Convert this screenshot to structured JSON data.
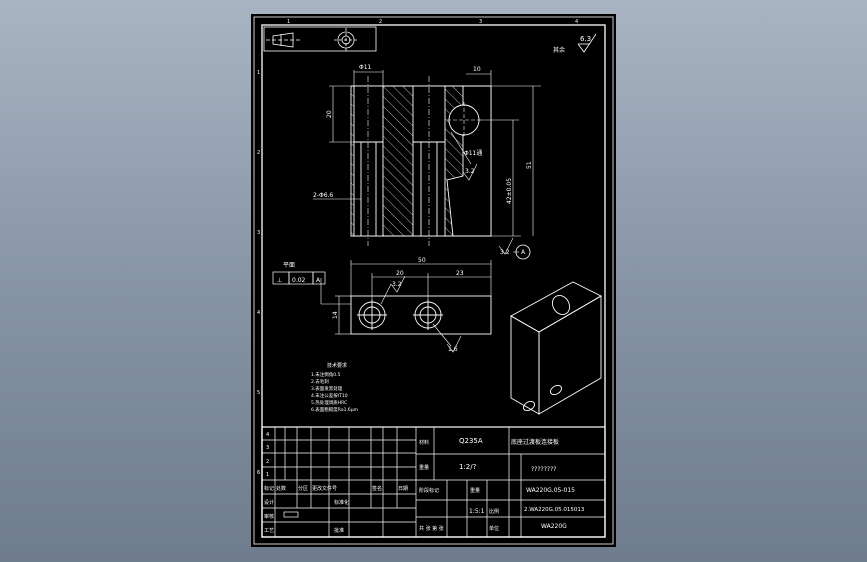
{
  "drawing": {
    "zone_numbers_top": [
      "1",
      "2",
      "3",
      "4"
    ],
    "zone_numbers_side": [
      "1",
      "2",
      "3",
      "4",
      "5",
      "6"
    ],
    "roughness_top": "6.3",
    "roughness_note": "其余",
    "dim_hole_d11_top": "Φ11",
    "dim_10": "10",
    "dim_20_vertical": "20",
    "dim_phi11_note": "Φ11通",
    "dim_32": "3.2",
    "dim_42": "42±0.05",
    "dim_51": "51",
    "dim_2phi66": "2-Φ6.6",
    "dim_32_bottom": "3.2",
    "datum_a": "A",
    "flatness_label": "平面",
    "tol_symbol": "⊥",
    "tol_value": "0.02",
    "tol_datum": "A",
    "dim_50": "50",
    "dim_20": "20",
    "dim_23": "23",
    "dim_14": "14",
    "roughness_mid": "3.2",
    "roughness_bottom": "1.6",
    "notes_title": "技术要求",
    "notes_lines": [
      "1.未注倒角0.5",
      "2.去毛刺",
      "3.表面发黑处理",
      "4.未注公差按IT10",
      "5.热处理调质HRC",
      "6.表面粗糙度Ra1.6μm"
    ]
  },
  "title_block": {
    "material": "Q235A",
    "title": "底座过渡板连接板",
    "scale_ratio": "1:2/?",
    "quantity": "????????",
    "code1": "WA220G.05-015",
    "code2": "2.WA220G.05.015013",
    "code3": "WA220G",
    "scale_value": "1:5:1",
    "row_nums": [
      "4",
      "3",
      "2",
      "1"
    ],
    "lbl_material": "材料",
    "lbl_weight": "重量",
    "lbl_mark": "标记",
    "lbl_count": "处数",
    "lbl_zone": "分区",
    "lbl_file": "更改文件号",
    "lbl_sign": "签名",
    "lbl_date": "日期",
    "lbl_design": "设计",
    "lbl_check": "审核",
    "lbl_craft": "工艺",
    "lbl_std": "标准化",
    "lbl_approve": "批准",
    "lbl_stage": "阶段标记",
    "lbl_weight2": "重量",
    "lbl_scale": "比例",
    "lbl_sheets": "共 张 第 张",
    "lbl_unit": "单位"
  }
}
